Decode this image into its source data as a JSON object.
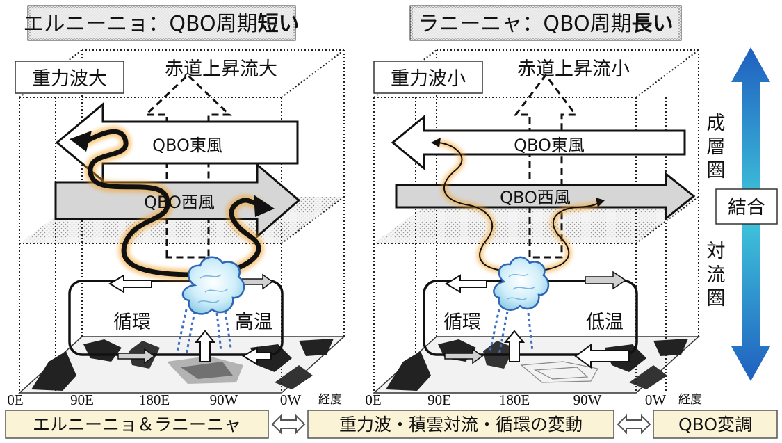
{
  "left_panel": {
    "title_prefix": "エルニーニョ：QBO周期",
    "title_emph": "短い",
    "gravity_wave_label": "重力波大",
    "upwelling_label": "赤道上昇流大",
    "easterly_label": "QBO東風",
    "westerly_label": "QBO西風",
    "circulation_label": "循環",
    "temperature_label": "高温"
  },
  "right_panel": {
    "title_prefix": "ラニーニャ：QBO周期",
    "title_emph": "長い",
    "gravity_wave_label": "重力波小",
    "upwelling_label": "赤道上昇流小",
    "easterly_label": "QBO東風",
    "westerly_label": "QBO西風",
    "circulation_label": "循環",
    "temperature_label": "低温"
  },
  "longitude_axis": {
    "ticks": [
      "0E",
      "90E",
      "180E",
      "90W",
      "0W"
    ],
    "unit_label": "経度"
  },
  "side_bar": {
    "stratosphere_label": "成層圏",
    "coupling_label": "結合",
    "troposphere_label": "対流圏"
  },
  "bottom_row": {
    "enso_label": "エルニーニョ＆ラニーニャ",
    "variation_label": "重力波・積雲対流・循環の変動",
    "qbo_label": "QBO変調"
  }
}
